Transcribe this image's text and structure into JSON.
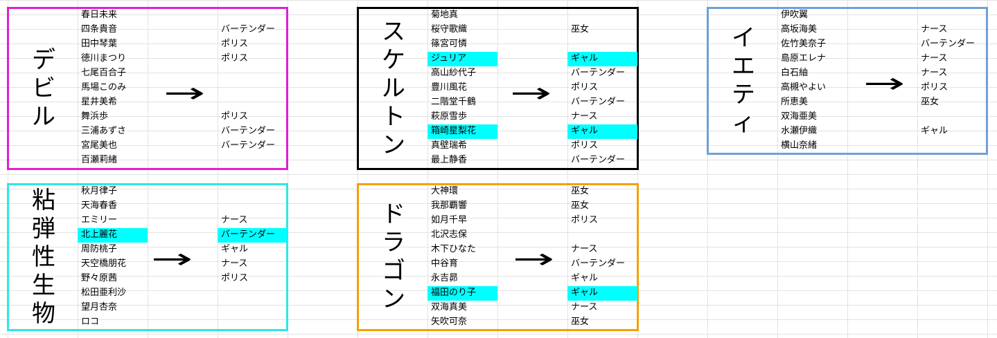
{
  "colors": {
    "devil": "#e01ed4",
    "skeleton": "#000000",
    "yeti": "#6fa0d8",
    "slime": "#2ee6e6",
    "dragon": "#f5a000",
    "highlight": "#00ffff"
  },
  "groups": [
    {
      "id": "devil",
      "title": [
        "デ",
        "ビ",
        "ル"
      ],
      "arrow": "→",
      "rows": [
        {
          "name": "春日未来",
          "role": "",
          "hl": false
        },
        {
          "name": "四条貴音",
          "role": "バーテンダー",
          "hl": false
        },
        {
          "name": "田中琴葉",
          "role": "ポリス",
          "hl": false
        },
        {
          "name": "徳川まつり",
          "role": "ポリス",
          "hl": false
        },
        {
          "name": "七尾百合子",
          "role": "",
          "hl": false
        },
        {
          "name": "馬場このみ",
          "role": "",
          "hl": false
        },
        {
          "name": "星井美希",
          "role": "",
          "hl": false
        },
        {
          "name": "舞浜歩",
          "role": "ポリス",
          "hl": false
        },
        {
          "name": "三浦あずさ",
          "role": "バーテンダー",
          "hl": false
        },
        {
          "name": "宮尾美也",
          "role": "バーテンダー",
          "hl": false
        },
        {
          "name": "百瀬莉緒",
          "role": "",
          "hl": false
        }
      ]
    },
    {
      "id": "skeleton",
      "title": [
        "ス",
        "ケ",
        "ル",
        "ト",
        "ン"
      ],
      "arrow": "→",
      "rows": [
        {
          "name": "菊地真",
          "role": "",
          "hl": false
        },
        {
          "name": "桜守歌織",
          "role": "巫女",
          "hl": false
        },
        {
          "name": "篠宮可憐",
          "role": "",
          "hl": false
        },
        {
          "name": "ジュリア",
          "role": "ギャル",
          "hl": true
        },
        {
          "name": "高山紗代子",
          "role": "バーテンダー",
          "hl": false
        },
        {
          "name": "豊川風花",
          "role": "ポリス",
          "hl": false
        },
        {
          "name": "二階堂千鶴",
          "role": "バーテンダー",
          "hl": false
        },
        {
          "name": "萩原雪歩",
          "role": "ナース",
          "hl": false
        },
        {
          "name": "箱崎星梨花",
          "role": "ギャル",
          "hl": true
        },
        {
          "name": "真壁瑞希",
          "role": "ポリス",
          "hl": false
        },
        {
          "name": "最上静香",
          "role": "バーテンダー",
          "hl": false
        }
      ]
    },
    {
      "id": "yeti",
      "title": [
        "イ",
        "エ",
        "テ",
        "ィ"
      ],
      "arrow": "→",
      "rows": [
        {
          "name": "伊吹翼",
          "role": "",
          "hl": false
        },
        {
          "name": "高坂海美",
          "role": "ナース",
          "hl": false
        },
        {
          "name": "佐竹美奈子",
          "role": "バーテンダー",
          "hl": false
        },
        {
          "name": "島原エレナ",
          "role": "ナース",
          "hl": false
        },
        {
          "name": "白石紬",
          "role": "ナース",
          "hl": false
        },
        {
          "name": "高槻やよい",
          "role": "ポリス",
          "hl": false
        },
        {
          "name": "所恵美",
          "role": "巫女",
          "hl": false
        },
        {
          "name": "双海亜美",
          "role": "",
          "hl": false
        },
        {
          "name": "水瀬伊織",
          "role": "ギャル",
          "hl": false
        },
        {
          "name": "横山奈緒",
          "role": "",
          "hl": false
        }
      ]
    },
    {
      "id": "slime",
      "title": [
        "粘",
        "弾",
        "性",
        "生",
        "物"
      ],
      "arrow": "→",
      "rows": [
        {
          "name": "秋月律子",
          "role": "",
          "hl": false
        },
        {
          "name": "天海春香",
          "role": "",
          "hl": false
        },
        {
          "name": "エミリー",
          "role": "ナース",
          "hl": false
        },
        {
          "name": "北上麗花",
          "role": "バーテンダー",
          "hl": true
        },
        {
          "name": "周防桃子",
          "role": "ギャル",
          "hl": false
        },
        {
          "name": "天空橋朋花",
          "role": "ナース",
          "hl": false
        },
        {
          "name": "野々原茜",
          "role": "ポリス",
          "hl": false
        },
        {
          "name": "松田亜利沙",
          "role": "",
          "hl": false
        },
        {
          "name": "望月杏奈",
          "role": "",
          "hl": false
        },
        {
          "name": "ロコ",
          "role": "",
          "hl": false
        }
      ]
    },
    {
      "id": "dragon",
      "title": [
        "ド",
        "ラ",
        "ゴ",
        "ン"
      ],
      "arrow": "→",
      "rows": [
        {
          "name": "大神環",
          "role": "巫女",
          "hl": false
        },
        {
          "name": "我那覇響",
          "role": "巫女",
          "hl": false
        },
        {
          "name": "如月千早",
          "role": "ポリス",
          "hl": false
        },
        {
          "name": "北沢志保",
          "role": "",
          "hl": false
        },
        {
          "name": "木下ひなた",
          "role": "ナース",
          "hl": false
        },
        {
          "name": "中谷育",
          "role": "バーテンダー",
          "hl": false
        },
        {
          "name": "永吉昴",
          "role": "ギャル",
          "hl": false
        },
        {
          "name": "福田のり子",
          "role": "ギャル",
          "hl": true
        },
        {
          "name": "双海真美",
          "role": "ナース",
          "hl": false
        },
        {
          "name": "矢吹可奈",
          "role": "巫女",
          "hl": false
        }
      ]
    }
  ]
}
